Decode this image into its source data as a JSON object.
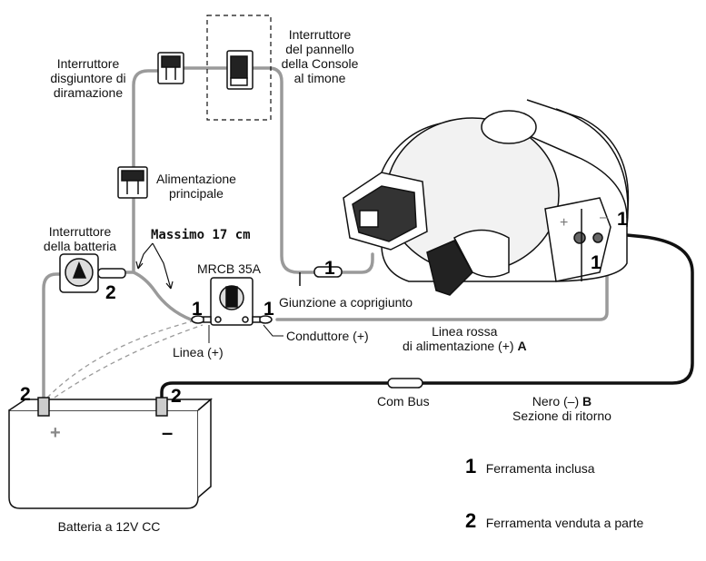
{
  "labels": {
    "branch_breaker": [
      "Interruttore",
      "disgiuntore di",
      "diramazione"
    ],
    "console_switch": [
      "Interruttore",
      "del pannello",
      "della Console",
      "al timone"
    ],
    "main_power": [
      "Alimentazione",
      "principale"
    ],
    "battery_switch": [
      "Interruttore",
      "della batteria"
    ],
    "max_length": "Massimo 17 cm",
    "mrcb": "MRCB 35A",
    "splice": "Giunzione a coprigiunto",
    "line_plus": "Linea (+)",
    "conductor_plus": "Conduttore (+)",
    "red_line_1": "Linea rossa",
    "red_line_2": "di alimentazione (+)",
    "red_line_letter": "A",
    "com_bus": "Com Bus",
    "black_1": "Nero (–)",
    "black_letter": "B",
    "black_2": "Sezione di ritorno",
    "battery": "Batteria a 12V CC",
    "plus_sign": "+",
    "minus_sign": "–",
    "pump_plus": "+",
    "pump_minus": "–"
  },
  "callouts": {
    "splice_num": "1",
    "line_num": "1",
    "conductor_num": "1",
    "pump_top_num": "1",
    "pump_side_num": "1",
    "battery_switch_num": "2",
    "battery_pos_num": "2",
    "battery_neg_num": "2"
  },
  "legend": [
    {
      "num": "1",
      "text": "Ferramenta inclusa"
    },
    {
      "num": "2",
      "text": "Ferramenta venduta a parte"
    }
  ],
  "colors": {
    "red_wire": "#9a9a9a",
    "black_wire": "#111111",
    "line": "#000000"
  }
}
